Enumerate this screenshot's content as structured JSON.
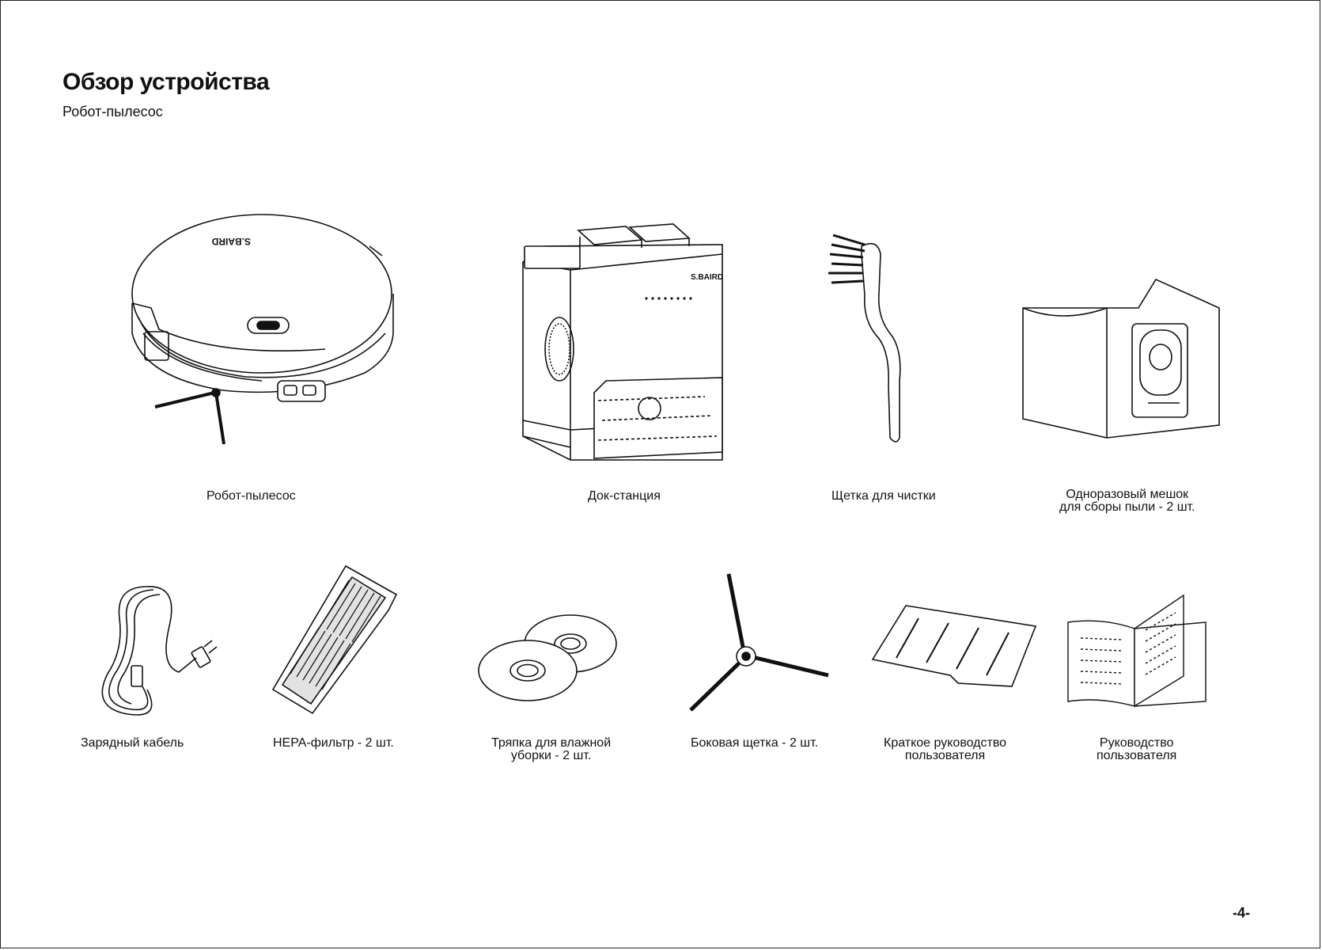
{
  "page": {
    "title": "Обзор устройства",
    "subtitle": "Робот-пылесос",
    "page_number": "-4-"
  },
  "items": {
    "robot": {
      "label": "Робот-пылесос",
      "icon": "robot-vacuum-icon"
    },
    "dock": {
      "label": "Док-станция",
      "icon": "dock-station-icon"
    },
    "brush": {
      "label": "Щетка для чистки",
      "icon": "cleaning-brush-icon"
    },
    "bag": {
      "line1": "Одноразовый мешок",
      "line2": "для сборы пыли - 2 шт.",
      "icon": "dust-bag-icon"
    },
    "cable": {
      "label": "Зарядный кабель",
      "icon": "charging-cable-icon"
    },
    "hepa": {
      "label": "HEPA-фильтр - 2 шт.",
      "icon": "hepa-filter-icon"
    },
    "mop": {
      "line1": "Тряпка для влажной",
      "line2": "уборки - 2 шт.",
      "icon": "mop-pad-icon"
    },
    "side_brush": {
      "label": "Боковая щетка - 2 шт.",
      "icon": "side-brush-icon"
    },
    "quick_guide": {
      "line1": "Краткое руководство",
      "line2": "пользователя",
      "icon": "quick-guide-icon"
    },
    "manual": {
      "line1": "Руководство",
      "line2": "пользователя",
      "icon": "user-manual-icon"
    }
  }
}
